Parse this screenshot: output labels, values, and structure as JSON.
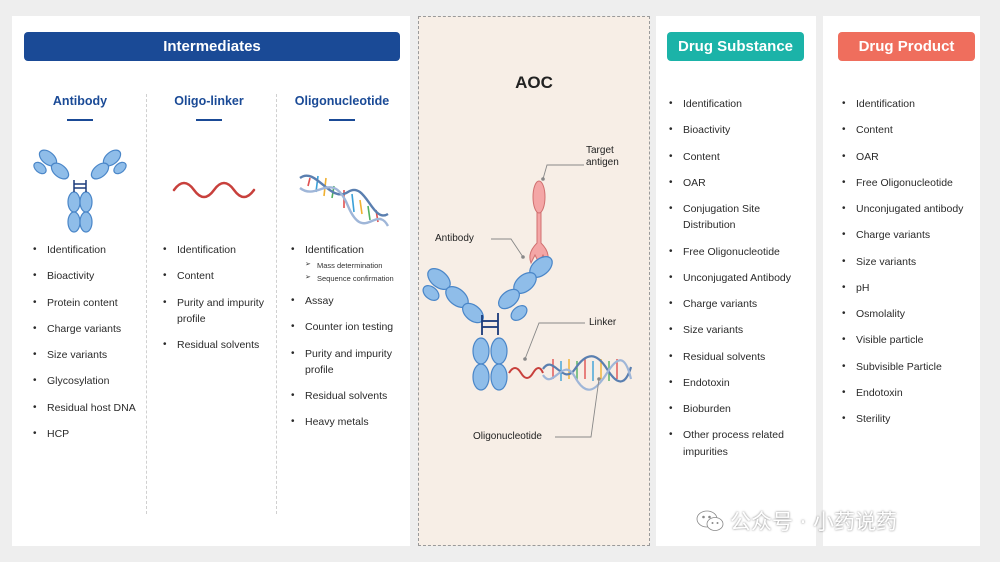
{
  "intermediates": {
    "header": "Intermediates",
    "columns": [
      {
        "title": "Antibody",
        "items": [
          {
            "text": "Identification"
          },
          {
            "text": "Bioactivity"
          },
          {
            "text": "Protein content"
          },
          {
            "text": "Charge variants"
          },
          {
            "text": "Size variants"
          },
          {
            "text": "Glycosylation"
          },
          {
            "text": "Residual host DNA"
          },
          {
            "text": "HCP"
          }
        ]
      },
      {
        "title": "Oligo-linker",
        "items": [
          {
            "text": "Identification"
          },
          {
            "text": "Content"
          },
          {
            "text": "Purity and impurity profile"
          },
          {
            "text": "Residual solvents"
          }
        ]
      },
      {
        "title": "Oligonucleotide",
        "items": [
          {
            "text": "Identification",
            "sub": [
              "Mass determination",
              "Sequence confirmation"
            ]
          },
          {
            "text": "Assay"
          },
          {
            "text": "Counter ion testing"
          },
          {
            "text": "Purity and impurity profile"
          },
          {
            "text": "Residual solvents"
          },
          {
            "text": "Heavy metals"
          }
        ]
      }
    ]
  },
  "aoc": {
    "title": "AOC",
    "labels": {
      "target_antigen": "Target antigen",
      "antibody": "Antibody",
      "linker": "Linker",
      "oligonucleotide": "Oligonucleotide"
    }
  },
  "drug_substance": {
    "header": "Drug Substance",
    "items": [
      {
        "text": "Identification"
      },
      {
        "text": "Bioactivity"
      },
      {
        "text": "Content"
      },
      {
        "text": "OAR"
      },
      {
        "text": "Conjugation Site Distribution"
      },
      {
        "text": "Free Oligonucleotide"
      },
      {
        "text": "Unconjugated Antibody"
      },
      {
        "text": "Charge variants"
      },
      {
        "text": "Size variants"
      },
      {
        "text": "Residual solvents"
      },
      {
        "text": "Endotoxin"
      },
      {
        "text": "Bioburden"
      },
      {
        "text": "Other process related impurities"
      }
    ]
  },
  "drug_product": {
    "header": "Drug Product",
    "items": [
      {
        "text": "Identification"
      },
      {
        "text": "Content"
      },
      {
        "text": "OAR"
      },
      {
        "text": "Free Oligonucleotide"
      },
      {
        "text": "Unconjugated antibody"
      },
      {
        "text": "Charge variants"
      },
      {
        "text": "Size variants"
      },
      {
        "text": "pH"
      },
      {
        "text": "Osmolality"
      },
      {
        "text": "Visible particle"
      },
      {
        "text": "Subvisible Particle"
      },
      {
        "text": "Endotoxin"
      },
      {
        "text": "Sterility"
      }
    ]
  },
  "watermark": "公众号 · 小药说药",
  "colors": {
    "intermediates_header": "#1a4a96",
    "drug_substance_header": "#1bb3a8",
    "drug_product_header": "#ef6e5d",
    "aoc_background": "#f7eee6",
    "antibody_blue": "#8fbde9",
    "antigen_pink": "#f4a6a6",
    "linker_red": "#c8403c"
  },
  "icons": [
    "antibody-icon",
    "linker-wave-icon",
    "dna-helix-icon",
    "wechat-icon"
  ]
}
